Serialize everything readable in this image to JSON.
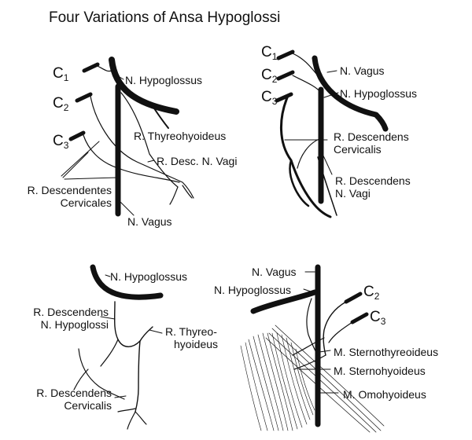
{
  "title": "Four Variations of Ansa Hypoglossi",
  "panel1": {
    "c1": "C",
    "c1_sub": "1",
    "c2": "C",
    "c2_sub": "2",
    "c3": "C",
    "c3_sub": "3",
    "hypoglossus": "N. Hypoglossus",
    "thyreohyoideus": "R. Thyreohyoideus",
    "desc_vagi": "R. Desc. N. Vagi",
    "desc_cerv_1": "R. Descendentes",
    "desc_cerv_2": "Cervicales",
    "vagus": "N. Vagus"
  },
  "panel2": {
    "c1": "C",
    "c1_sub": "1",
    "c2": "C",
    "c2_sub": "2",
    "c3": "C",
    "c3_sub": "3",
    "vagus": "N. Vagus",
    "hypoglossus": "N. Hypoglossus",
    "desc_cerv_1": "R. Descendens",
    "desc_cerv_2": "Cervicalis",
    "desc_vagi_1": "R. Descendens",
    "desc_vagi_2": "N. Vagi"
  },
  "panel3": {
    "hypoglossus": "N. Hypoglossus",
    "desc_hyp_1": "R. Descendens",
    "desc_hyp_2": "N. Hypoglossi",
    "thyreo_1": "R. Thyreo-",
    "thyreo_2": "hyoideus",
    "desc_cerv_1": "R. Descendens",
    "desc_cerv_2": "Cervicalis"
  },
  "panel4": {
    "vagus": "N. Vagus",
    "hypoglossus": "N. Hypoglossus",
    "c2": "C",
    "c2_sub": "2",
    "c3": "C",
    "c3_sub": "3",
    "sternothyreoideus": "M. Sternothyreoideus",
    "sternohyoideus": "M. Sternohyoideus",
    "omohyoideus": "M. Omohyoideus"
  },
  "colors": {
    "ink": "#111111",
    "paper": "#ffffff"
  }
}
